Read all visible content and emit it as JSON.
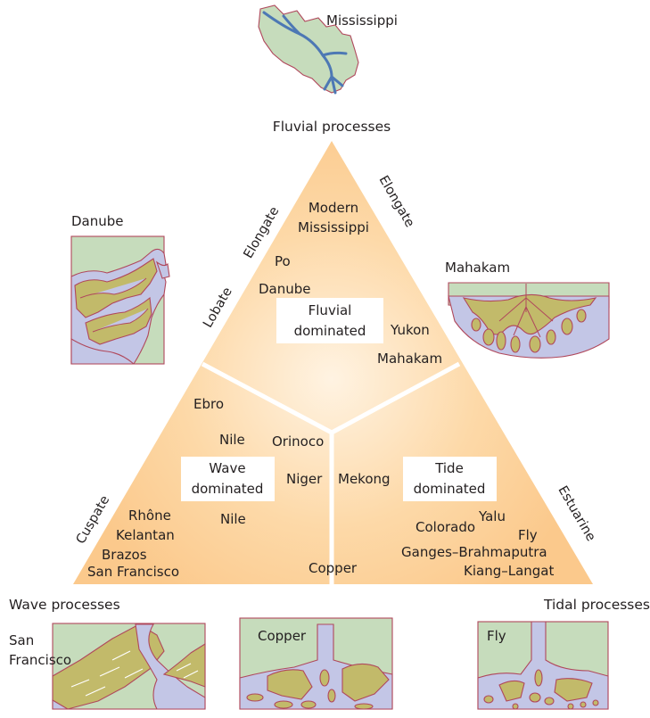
{
  "corners": {
    "fluvial": "Fluvial processes",
    "wave": "Wave processes",
    "tidal": "Tidal processes"
  },
  "boxes": {
    "fluvial": [
      "Fluvial",
      "dominated"
    ],
    "wave": [
      "Wave",
      "dominated"
    ],
    "tide": [
      "Tide",
      "dominated"
    ]
  },
  "edge_labels": {
    "elongate_left": "Elongate",
    "elongate_right": "Elongate",
    "lobate": "Lobate",
    "cuspate": "Cuspate",
    "estuarine": "Estuarine"
  },
  "deltas": {
    "modern_mississippi": [
      "Modern",
      "Mississippi"
    ],
    "po": "Po",
    "danube": "Danube",
    "yukon": "Yukon",
    "mahakam": "Mahakam",
    "ebro": "Ebro",
    "nile_upper": "Nile",
    "orinoco": "Orinoco",
    "niger": "Niger",
    "mekong": "Mekong",
    "nile_lower": "Nile",
    "rhone": "Rhône",
    "kelantan": "Kelantan",
    "brazos": "Brazos",
    "san_francisco": "San Francisco",
    "copper": "Copper",
    "yalu": "Yalu",
    "colorado": "Colorado",
    "fly": "Fly",
    "ganges": "Ganges–Brahmaputra",
    "kiang": "Kiang–Langat"
  },
  "maps": {
    "mississippi": "Mississippi",
    "danube": "Danube",
    "mahakam": "Mahakam",
    "san_francisco": [
      "San",
      "Francisco"
    ],
    "copper": "Copper",
    "fly": "Fly"
  },
  "colors": {
    "triangle_fill": "#fbc98c",
    "triangle_center": "#fff3e2",
    "land": "#c6dcbc",
    "delta_land": "#c2ba6a",
    "water": "#c3c6e6",
    "shoreline": "#b0485c",
    "river": "#4d78b4"
  }
}
